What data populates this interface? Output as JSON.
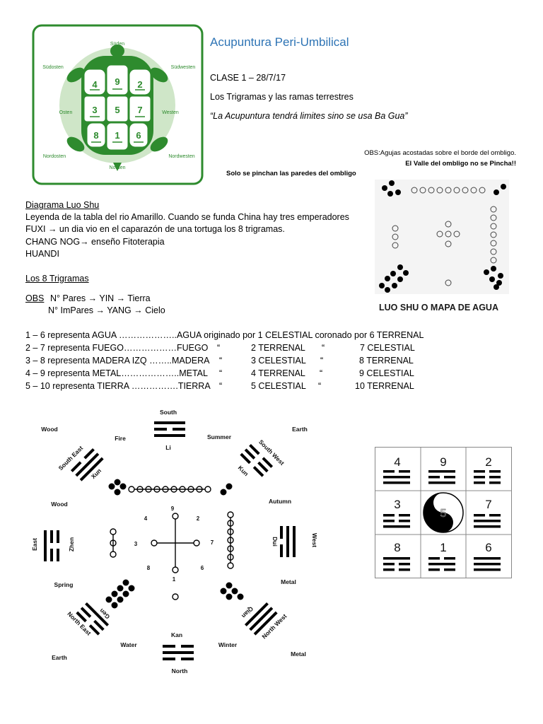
{
  "header": {
    "title": "Acupuntura Peri-Umbilical",
    "clase": "CLASE 1 – 28/7/17",
    "subtitle": "Los Trigramas y las ramas terrestres",
    "quote": "“La Acupuntura tendrá limites sino se usa Ba Gua”"
  },
  "notes": {
    "obs1": "OBS:Agujas acostadas sobre el borde del ombligo.",
    "obs2": "El Valle del ombligo no se Pincha!!",
    "obs3": "Solo se pinchan las paredes del ombligo"
  },
  "turtle": {
    "directions": {
      "south": "Süden",
      "southeast": "Südosten",
      "southwest": "Südwesten",
      "east": "Osten",
      "west": "Westen",
      "northeast": "Nordosten",
      "northwest": "Nordwesten",
      "north": "Norden"
    },
    "numbers": [
      "4",
      "9",
      "2",
      "3",
      "5",
      "7",
      "8",
      "1",
      "6"
    ]
  },
  "luoshu": {
    "heading": "Diagrama Luo Shu",
    "line1": "Leyenda de la tabla del rio Amarillo. Cuando se funda China hay tres emperadores",
    "line2": "FUXI → un dia vio en el caparazón de una tortuga los 8 trigramas.",
    "line3": "CHANG NOG→ enseño Fitoterapia",
    "line4": "HUANDI",
    "map_caption": "LUO SHU O MAPA DE AGUA"
  },
  "trigramas": {
    "heading": "Los 8 Trigramas",
    "obs_label": "OBS",
    "obs_line1": "N° Pares → YIN → Tierra",
    "obs_line2": "N° ImPares → YANG → Cielo"
  },
  "table_rows": [
    {
      "a": "1 – 6 representa AGUA ………………..AGUA originado por 1 CELESTIAL coronado por 6  TERRENAL"
    },
    {
      "a": "2 – 7 representa FUEGO………………FUEGO",
      "q1": "“",
      "b": "2 TERRENAL",
      "q2": "“",
      "c": "7 CELESTIAL"
    },
    {
      "a": "3 – 8 representa MADERA IZQ ……..MADERA",
      "q1": "“",
      "b": "3 CELESTIAL",
      "q2": "“",
      "c": "8  TERRENAL"
    },
    {
      "a": "4 – 9 representa METAL………………..METAL",
      "q1": "“",
      "b": "4 TERRENAL",
      "q2": "“",
      "c": "9 CELESTIAL"
    },
    {
      "a": "5 – 10 representa TIERRA …………….TIERRA",
      "q1": "“",
      "b": "5 CELESTIAL",
      "q2": "“",
      "c": "10 TERRENAL"
    }
  ],
  "bagua": {
    "south": "South",
    "li": "Li",
    "fire": "Fire",
    "summer": "Summer",
    "wood_top": "Wood",
    "earth_top": "Earth",
    "southeast": "South East",
    "xun": "Xun",
    "southwest": "South West",
    "kun": "Kun",
    "wood_mid": "Wood",
    "autumn": "Autumn",
    "east": "East",
    "zhen": "Zhen",
    "west": "West",
    "dui": "Dui",
    "spring": "Spring",
    "metal_mid": "Metal",
    "northeast": "North East",
    "gen": "Gen",
    "northwest": "North West",
    "qian": "Qian",
    "water": "Water",
    "winter": "Winter",
    "kan": "Kan",
    "north": "North",
    "earth_bottom": "Earth",
    "metal_bottom": "Metal",
    "center_numbers": {
      "n9": "9",
      "n4": "4",
      "n2": "2",
      "n3": "3",
      "n7": "7",
      "n8": "8",
      "n6": "6",
      "n1": "1"
    }
  },
  "grid": {
    "cells": [
      "4",
      "9",
      "2",
      "3",
      "5",
      "7",
      "8",
      "1",
      "6"
    ]
  },
  "colors": {
    "title_blue": "#2e74b5",
    "turtle_green": "#2e8b2e",
    "circle_green": "#cfe6c8"
  }
}
